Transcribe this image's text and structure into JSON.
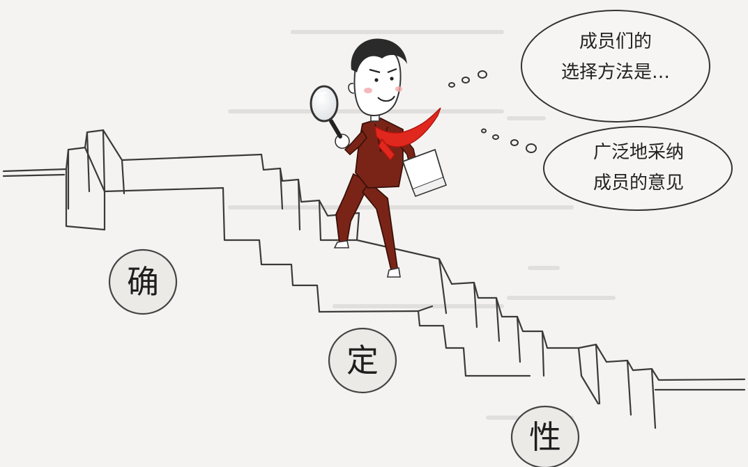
{
  "thought_bubble_1": {
    "line1": "成员们的",
    "line2": "选择方法是…"
  },
  "thought_bubble_2": {
    "line1": "广泛地采纳",
    "line2": "成员的意见"
  },
  "labels": {
    "char1": "确",
    "char2": "定",
    "char3": "性"
  },
  "colors": {
    "scarf": "#e0281e",
    "suit": "#7a2418",
    "paper": "#f4f3f1",
    "ink": "#333333",
    "blush": "#f3a7a7"
  }
}
